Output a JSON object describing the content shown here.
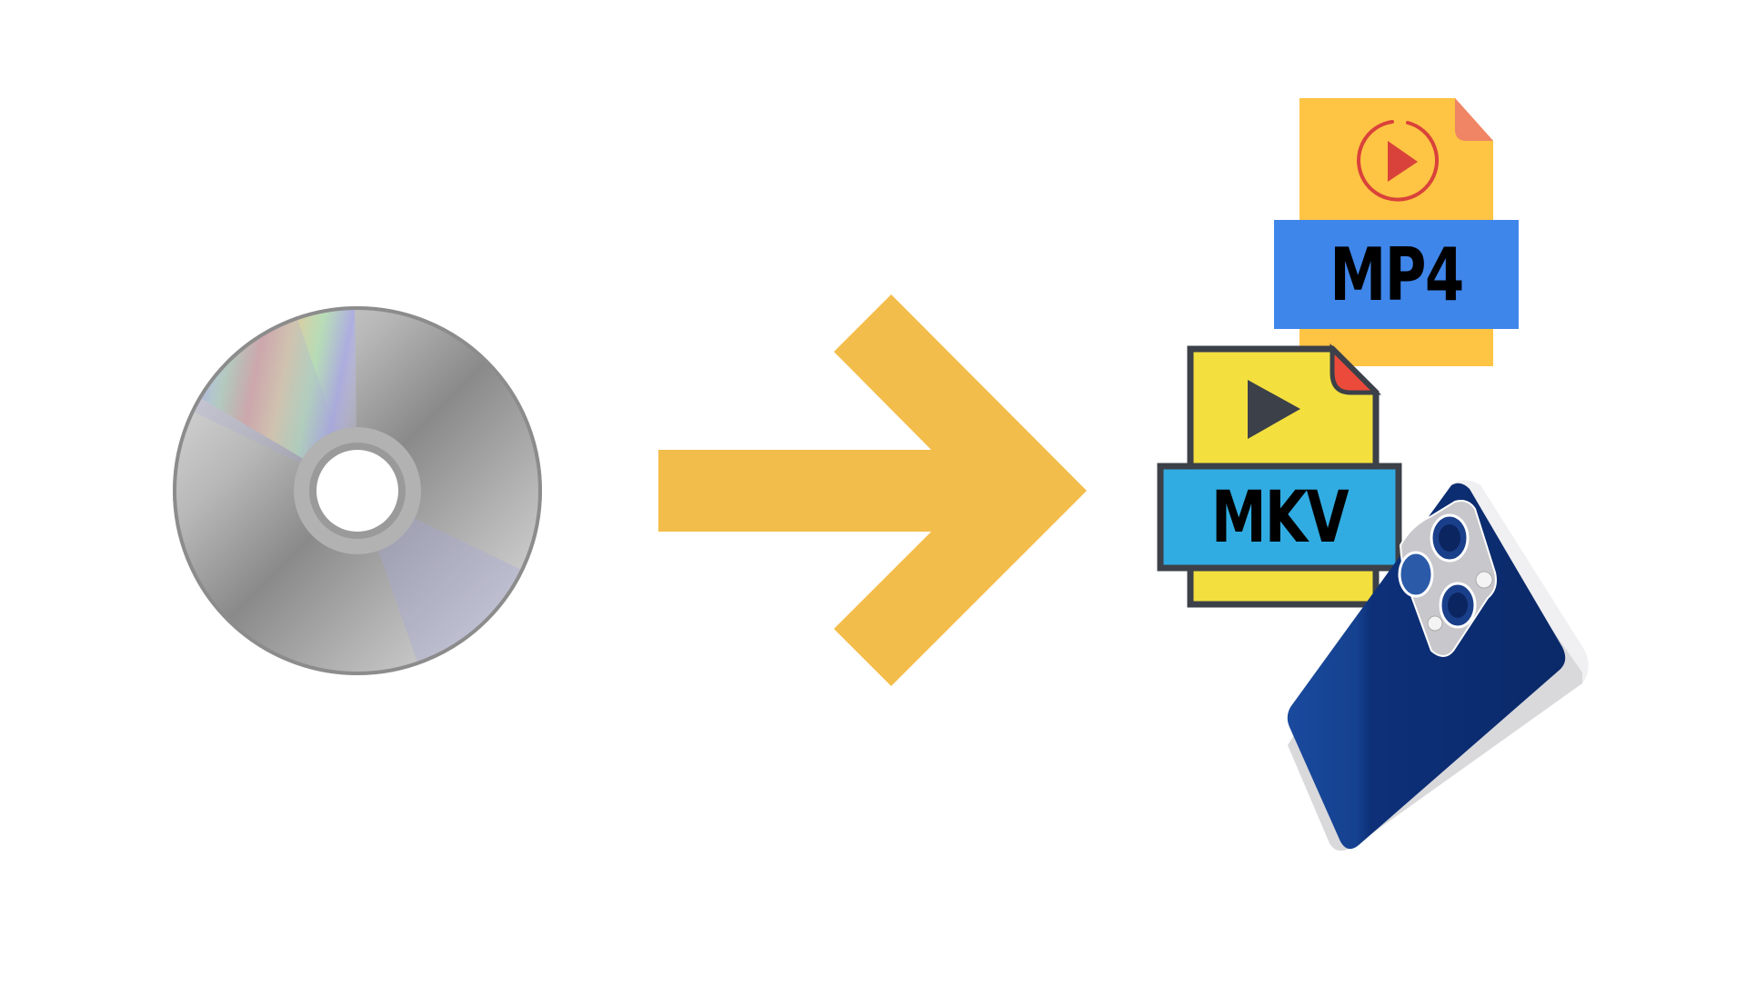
{
  "scene": {
    "description": "DVD disc converted to video formats and phone",
    "background": "#ffffff"
  },
  "source": {
    "name": "dvd-disc",
    "icon": "disc-icon"
  },
  "arrow": {
    "icon": "arrow-right-icon",
    "color": "#F3BD4B"
  },
  "outputs": [
    {
      "format_label": "MP4",
      "icon": "play-circle-icon",
      "doc_color": "#FEC444",
      "band_color": "#3F86EA",
      "corner_color": "#EF8564",
      "play_color": "#D9423A"
    },
    {
      "format_label": "MKV",
      "icon": "play-icon",
      "doc_color": "#F3E03F",
      "band_color": "#31ACE2",
      "corner_color": "#EC4A3A",
      "outline_color": "#3C4048"
    },
    {
      "name": "smartphone",
      "icon": "phone-icon",
      "body_color": "#0D3079",
      "frame_color": "#E2E2E4"
    }
  ]
}
